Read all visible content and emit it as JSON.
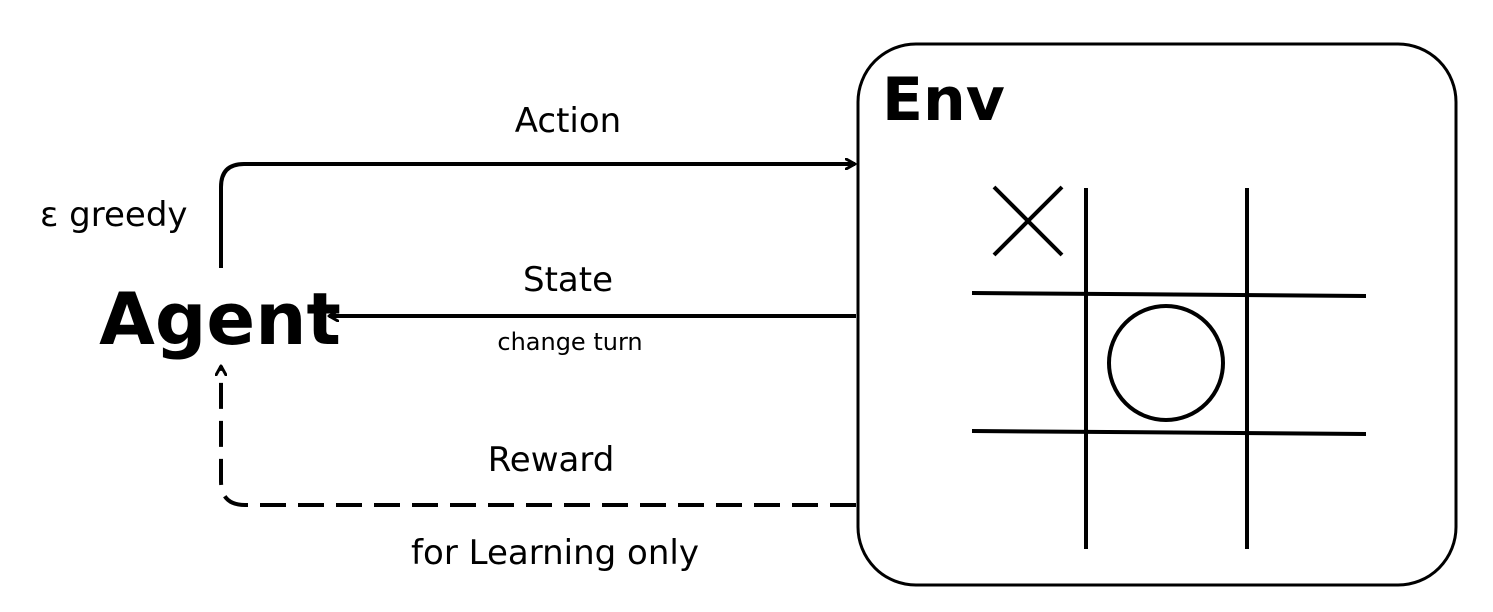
{
  "agent": {
    "label": "Agent"
  },
  "env": {
    "label": "Env"
  },
  "edges": {
    "action": {
      "label": "Action",
      "note": "ε greedy"
    },
    "state": {
      "label": "State",
      "note": "change turn"
    },
    "reward": {
      "label": "Reward",
      "note": "for Learning only"
    }
  },
  "board": {
    "cells": [
      [
        "X",
        "",
        ""
      ],
      [
        "",
        "O",
        ""
      ],
      [
        "",
        "",
        ""
      ]
    ]
  }
}
